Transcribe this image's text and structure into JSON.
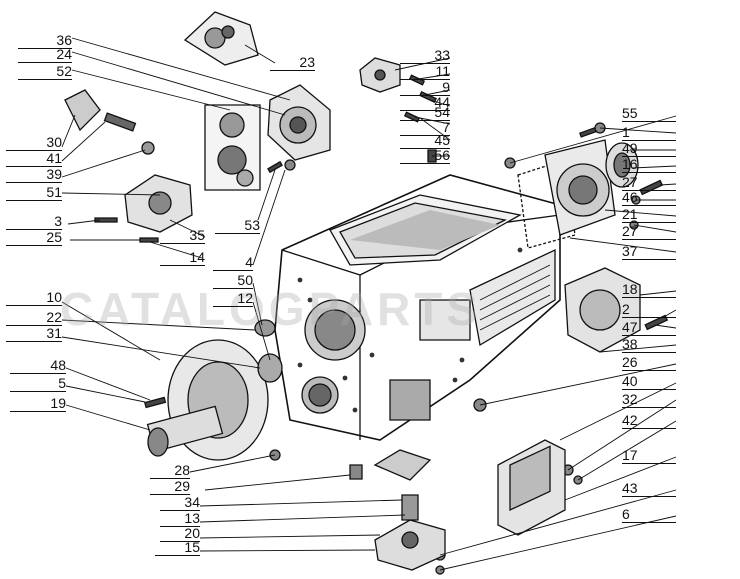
{
  "diagram": {
    "watermark_text": "CATALOGPARTS",
    "callouts_left": [
      "36",
      "24",
      "52",
      "30",
      "41",
      "39",
      "51",
      "3",
      "25",
      "10",
      "22",
      "31",
      "48",
      "5",
      "19",
      "28",
      "29",
      "34",
      "13",
      "20",
      "15"
    ],
    "callouts_center": [
      "23",
      "33",
      "11",
      "9",
      "44",
      "54",
      "7",
      "45",
      "56",
      "53",
      "35",
      "14",
      "4",
      "50",
      "12"
    ],
    "callouts_right": [
      "55",
      "1",
      "49",
      "16",
      "27",
      "46",
      "21",
      "27",
      "37",
      "18",
      "2",
      "47",
      "38",
      "26",
      "40",
      "32",
      "42",
      "17",
      "43",
      "6"
    ]
  },
  "colors": {
    "ink": "#111111",
    "paper": "#ffffff"
  }
}
